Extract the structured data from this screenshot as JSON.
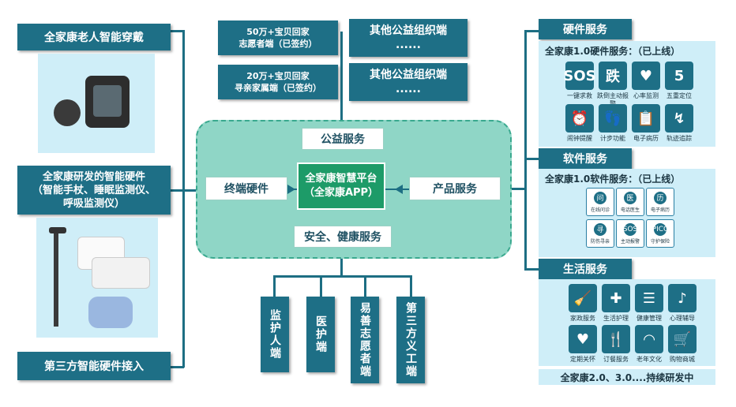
{
  "left": {
    "wearable_title": "全家康老人智能穿戴",
    "hardware_title_line1": "全家康研发的智能硬件",
    "hardware_title_line2": "（智能手杖、睡眠监测仪、",
    "hardware_title_line3": "呼吸监测仪）",
    "third_party": "第三方智能硬件接入"
  },
  "top": {
    "box1_line1": "50万+宝贝回家",
    "box1_line2": "志愿者端（已签约）",
    "box2_line1": "20万+宝贝回家",
    "box2_line2": "寻亲家属端（已签约）",
    "other1_line1": "其他公益组织端",
    "other1_line2": "......",
    "other2_line1": "其他公益组织端",
    "other2_line2": "......"
  },
  "center": {
    "public_service": "公益服务",
    "terminal_hardware": "终端硬件",
    "platform_line1": "全家康智慧平台",
    "platform_line2": "（全家康APP）",
    "product_service": "产品服务",
    "safety_health": "安全、健康服务"
  },
  "bottom": {
    "b1": "监护人端",
    "b2": "医护端",
    "b3": "易善志愿者端",
    "b4": "第三方义工端"
  },
  "right": {
    "hw_title": "硬件服务",
    "hw_subtitle": "全家康1.0硬件服务：（已上线）",
    "hw_items": [
      "一键求救",
      "跌倒主动报警",
      "心率监测",
      "五重定位",
      "闹钟提醒",
      "计步功能",
      "电子病历",
      "轨迹追踪"
    ],
    "hw_icons": [
      "SOS",
      "跌",
      "♥",
      "5",
      "⏰",
      "👣",
      "📋",
      "↯"
    ],
    "sw_title": "软件服务",
    "sw_subtitle": "全家康1.0软件服务：（已上线）",
    "sw_items": [
      "在线问诊",
      "电话医生",
      "电子病历",
      "防伤寻亲",
      "主动报警",
      "守护保险"
    ],
    "sw_icons": [
      "问",
      "医",
      "历",
      "寻",
      "SOS",
      "PICC"
    ],
    "life_title": "生活服务",
    "life_items": [
      "家政服务",
      "生活护理",
      "健康管理",
      "心理辅导",
      "定期关怀",
      "订餐服务",
      "老年文化",
      "购物商城"
    ],
    "life_icons": [
      "🧹",
      "✚",
      "☰",
      "♪",
      "♥",
      "🍴",
      "◠",
      "🛒"
    ],
    "footer": "全家康2.0、3.0....持续研发中"
  },
  "colors": {
    "primary": "#1e6f86",
    "light_panel": "#cfeef8",
    "center_panel": "#8fd6c6"
  }
}
